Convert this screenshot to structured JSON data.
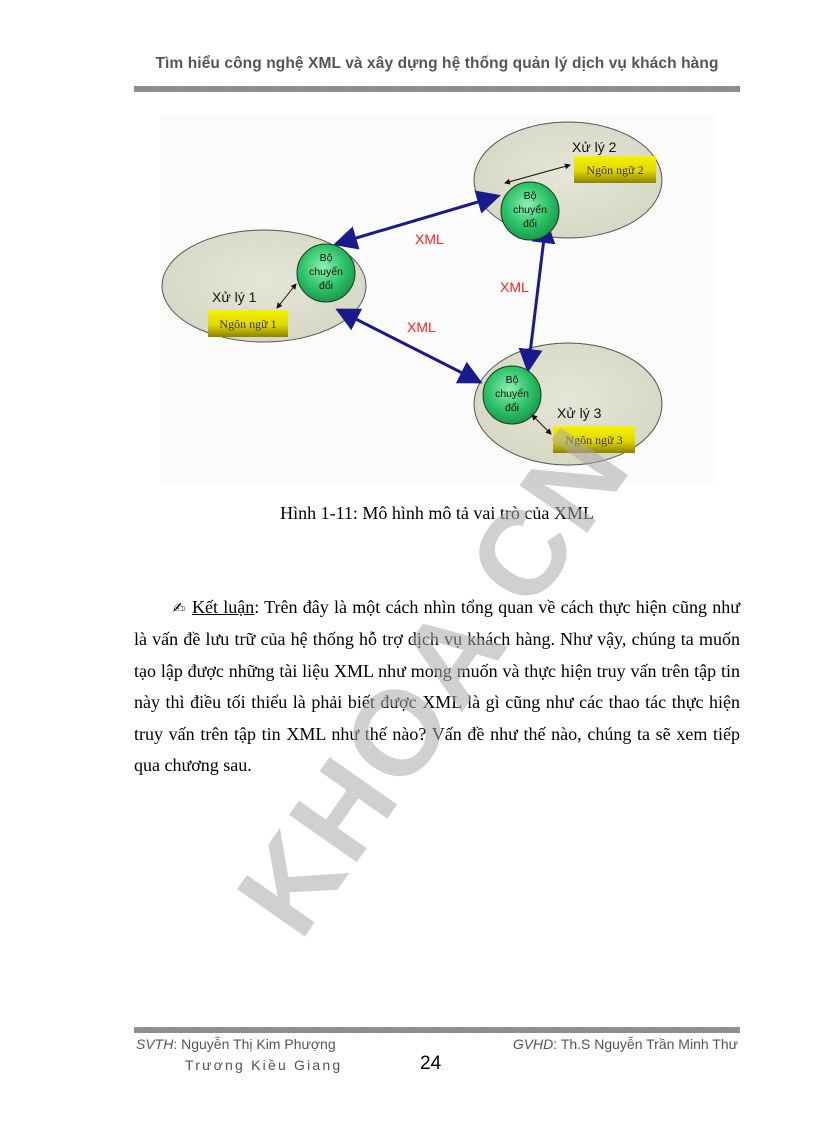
{
  "header": {
    "title": "Tìm hiểu công nghệ XML và xây dựng hệ thống quản lý dịch vụ khách hàng"
  },
  "figure": {
    "nodes": [
      {
        "process_label": "Xử lý 1",
        "converter_label": [
          "Bộ",
          "chuyển",
          "đổi"
        ],
        "language_label": "Ngôn ngữ 1"
      },
      {
        "process_label": "Xử lý 2",
        "converter_label": [
          "Bộ",
          "chuyển",
          "đổi"
        ],
        "language_label": "Ngôn ngữ 2"
      },
      {
        "process_label": "Xử lý 3",
        "converter_label": [
          "Bộ",
          "chuyển",
          "đổi"
        ],
        "language_label": "Ngôn ngữ 3"
      }
    ],
    "edges": [
      {
        "from": "Xử lý 1",
        "to": "Xử lý 2",
        "label": "XML"
      },
      {
        "from": "Xử lý 2",
        "to": "Xử lý 3",
        "label": "XML"
      },
      {
        "from": "Xử lý 1",
        "to": "Xử lý 3",
        "label": "XML"
      }
    ],
    "colors": {
      "ellipse_fill": "#dcdccc",
      "converter_fill": "#2ec46a",
      "language_fill": "#e8e000",
      "arrow": "#1a1a8c",
      "xml_label": "#ff2020"
    },
    "caption": "Hình  1-11: Mô hình mô tả vai trò của XML"
  },
  "body": {
    "icon": "writing-hand-icon",
    "icon_glyph": "✍",
    "lead": "Kết luận",
    "text": ": Trên đây là một cách nhìn tổng quan về cách thực hiện cũng như là vấn đề lưu trữ của hệ thống hỗ trợ dịch vụ khách hàng. Như vậy, chúng ta muốn tạo lập được những tài liệu XML như mong muốn và thực hiện truy vấn trên tập tin này thì điều tối thiểu là phải biết được XML là gì cũng như các thao tác thực hiện truy vấn trên tập tin XML như thế nào? Vấn đề như thế nào, chúng ta sẽ xem tiếp qua chương sau."
  },
  "watermark": "KHOA CN",
  "footer": {
    "svth_label": "SVTH",
    "svth_name_1": ": Nguyễn Thị Kim Phượng",
    "svth_name_2": "Trương Kiều Giang",
    "gvhd_label": "GVHD",
    "gvhd_name": ": Th.S Nguyễn Trần Minh Thư",
    "page_number": "24"
  }
}
